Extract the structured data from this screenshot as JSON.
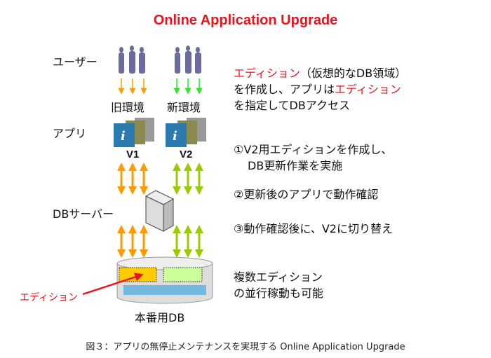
{
  "title": "Online Application Upgrade",
  "labels": {
    "user": "ユーザー",
    "app": "アプリ",
    "dbserver": "DBサーバー",
    "edition": "エディション",
    "prod_db": "本番用DB"
  },
  "envs": {
    "old": "旧環境",
    "new": "新環境",
    "v1": "V1",
    "v2": "V2"
  },
  "notes": {
    "intro_l1_red": "エディション",
    "intro_l1_rest": "（仮想的なDB領域）",
    "intro_l2_a": "を作成し、アプリは",
    "intro_l2_red": "エディション",
    "intro_l3": "を指定してDBアクセス",
    "step1_l1": "①V2用エディションを作成し、",
    "step1_l2": "DB更新作業を実施",
    "step2": "②更新後のアプリで動作確認",
    "step3": "③動作確認後に、V2に切り替え",
    "multi_l1": "複数エディション",
    "multi_l2": "の並行稼動も可能"
  },
  "caption": "図３：アプリの無停止メンテナンスを実現する Online Application Upgrade",
  "colors": {
    "title": "#e8141e",
    "orange": "#ff9900",
    "green": "#99cc00",
    "person": "#6b6b9e"
  }
}
